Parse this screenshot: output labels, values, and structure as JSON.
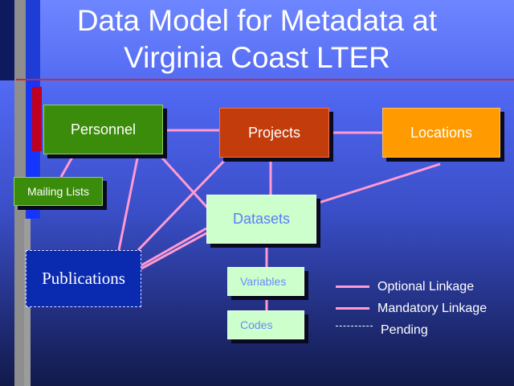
{
  "title": {
    "line1": "Data Model for Metadata at",
    "line2": "Virginia Coast LTER"
  },
  "nodes": {
    "personnel": "Personnel",
    "projects": "Projects",
    "locations": "Locations",
    "mailing_lists": "Mailing Lists",
    "datasets": "Datasets",
    "publications": "Publications",
    "variables": "Variables",
    "codes": "Codes"
  },
  "legend": {
    "optional": "Optional Linkage",
    "mandatory": "Mandatory Linkage",
    "pending": "Pending"
  },
  "colors": {
    "link": "#ff9ad2",
    "personnel": "#3c8c0c",
    "projects": "#c23c0c",
    "locations": "#ff9a00",
    "datasets": "#ccffcc",
    "publications": "#0a2ab0"
  }
}
